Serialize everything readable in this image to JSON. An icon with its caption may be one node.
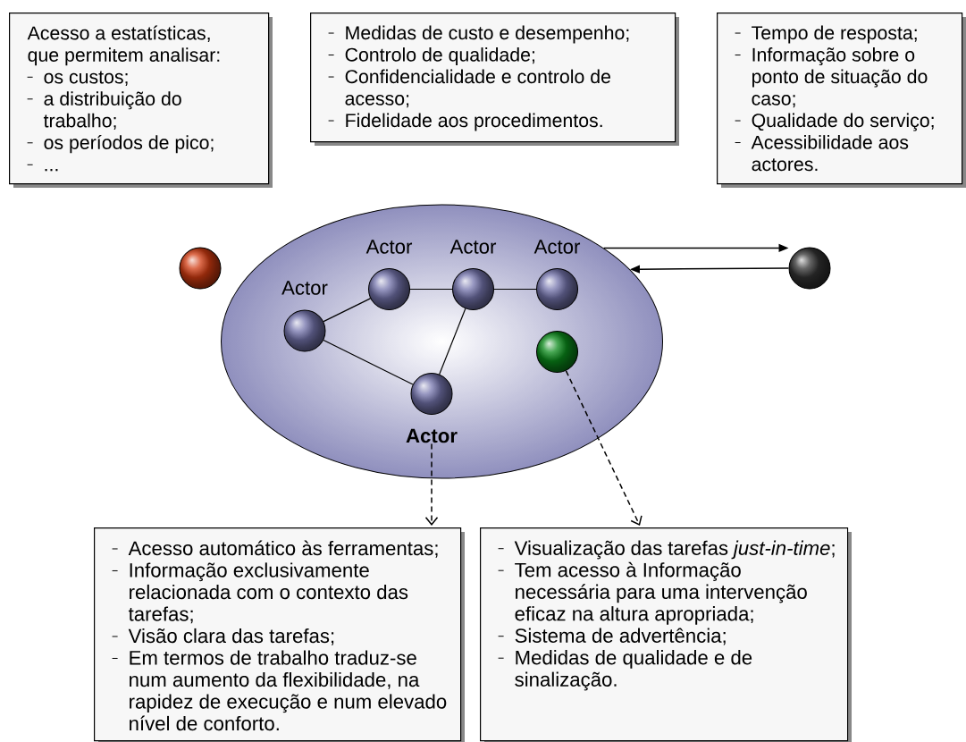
{
  "diagram": {
    "nodes": [
      {
        "text": [
          "Acesso a estatísticas, que permitem analisar:",
          "os custos;",
          "a distribuição do trabalho;",
          "os períodos de pico;",
          "..."
        ]
      },
      {
        "text": [
          "Medidas de custo e desempenho;",
          "Controlo de qualidade;",
          "Confidencialidade e controlo de acesso;",
          "Fidelidade aos procedimentos."
        ]
      },
      {
        "text": [
          "Tempo de resposta;",
          "Informação sobre o ponto de situação do caso;",
          "Qualidade do serviço;",
          "Acessibilidade aos actores."
        ]
      },
      {
        "text": [],
        "shape": "ellipse"
      },
      {
        "text": [],
        "shape": "circle"
      },
      {
        "text": [
          "Actor"
        ],
        "in": 3
      },
      {
        "text": [
          "Actor"
        ],
        "in": 3
      },
      {
        "text": [
          "Actor"
        ],
        "in": 3
      },
      {
        "text": [
          "Actor"
        ],
        "in": 3
      },
      {
        "text": [
          "Actor"
        ],
        "in": 3
      },
      {
        "text": [],
        "shape": "circle",
        "in": 3
      },
      {
        "text": [],
        "shape": "circle"
      },
      {
        "text": [
          "Acesso automático às ferramentas;",
          "Informação exclusivamente relacionada com o contexto das tarefas;",
          "Visão clara das tarefas;",
          "Em termos de trabalho traduz-se num aumento da flexibilidade, na rapidez de execução e num elevado nível de conforto."
        ]
      },
      {
        "text": [
          "Visualização das tarefas *just-in-time*;",
          "Tem acesso à Informação necessária para uma intervenção eficaz na altura apropriada;",
          "Sistema de advertência;",
          "Medidas de qualidade e de sinalização."
        ]
      }
    ],
    "edges": [
      {
        "from": 5,
        "to": 6,
        "arrow": "none"
      },
      {
        "from": 6,
        "to": 7,
        "arrow": "none"
      },
      {
        "from": 7,
        "to": 8,
        "arrow": "none"
      },
      {
        "from": 5,
        "to": 9,
        "arrow": "none"
      },
      {
        "from": 7,
        "to": 9,
        "arrow": "none"
      },
      {
        "from": 3,
        "to": 11,
        "arrow": "to"
      },
      {
        "from": 11,
        "to": 3,
        "arrow": "to"
      },
      {
        "from": 9,
        "to": 12,
        "arrow": "to",
        "style": "dashed"
      },
      {
        "from": 10,
        "to": 13,
        "arrow": "to",
        "style": "dashed"
      }
    ]
  }
}
